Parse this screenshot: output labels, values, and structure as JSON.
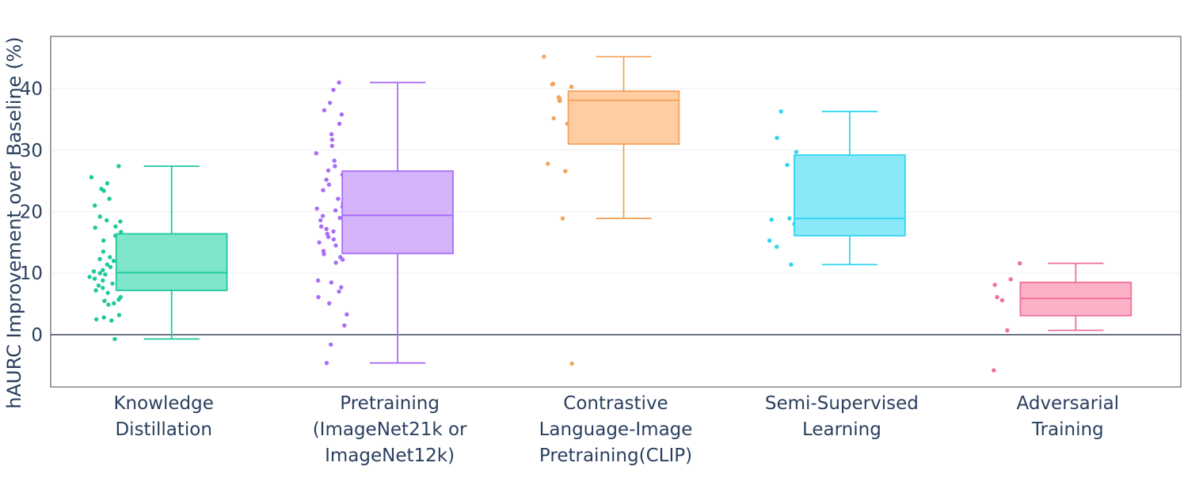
{
  "chart_data": {
    "type": "box",
    "title": "",
    "xlabel": "",
    "ylabel": "hAURC Improvement over Baseline (%)",
    "ylim": [
      -8.5,
      48.5
    ],
    "yticks": [
      0,
      10,
      20,
      30,
      40
    ],
    "grid": true,
    "legend": "none",
    "series": [
      {
        "category_lines": [
          "Knowledge",
          "Distillation"
        ],
        "color": "#1fc99b",
        "fill": "#7fe6cb",
        "box": {
          "min": -0.7,
          "q1": 7.2,
          "median": 10.1,
          "q3": 16.4,
          "max": 27.4
        },
        "points": [
          27.4,
          25.6,
          24.6,
          23.7,
          23.4,
          22.1,
          21.0,
          19.2,
          18.6,
          18.4,
          17.6,
          17.4,
          16.7,
          16.1,
          15.3,
          14.3,
          13.5,
          12.6,
          12.3,
          12.0,
          11.4,
          11.0,
          10.5,
          10.3,
          10.0,
          9.8,
          9.4,
          9.1,
          8.8,
          8.6,
          8.3,
          8.0,
          7.6,
          7.2,
          6.8,
          6.1,
          5.7,
          5.5,
          5.1,
          4.9,
          3.2,
          2.8,
          2.5,
          2.3,
          -0.7
        ]
      },
      {
        "category_lines": [
          "Pretraining",
          "(ImageNet21k or",
          "ImageNet12k)"
        ],
        "color": "#a86ef5",
        "fill": "#d5b3fb",
        "box": {
          "min": -4.6,
          "q1": 13.2,
          "median": 19.4,
          "q3": 26.6,
          "max": 41.0
        },
        "points": [
          41.0,
          39.8,
          37.7,
          36.5,
          35.8,
          34.3,
          32.6,
          31.7,
          30.7,
          29.5,
          28.3,
          27.4,
          26.7,
          26.0,
          25.2,
          24.4,
          23.5,
          22.8,
          22.1,
          21.4,
          20.8,
          20.5,
          20.2,
          19.7,
          19.3,
          19.0,
          18.6,
          18.1,
          17.6,
          17.2,
          16.8,
          16.4,
          15.9,
          15.5,
          15.0,
          14.5,
          14.0,
          13.6,
          13.1,
          12.6,
          12.2,
          11.7,
          8.8,
          8.5,
          7.7,
          7.0,
          6.1,
          5.1,
          3.3,
          1.5,
          -1.6,
          -4.6
        ]
      },
      {
        "category_lines": [
          "Contrastive",
          "Language-Image",
          "Pretraining(CLIP)"
        ],
        "color": "#f5a35c",
        "fill": "#fecda2",
        "box": {
          "min": 18.9,
          "q1": 31.0,
          "median": 38.1,
          "q3": 39.6,
          "max": 45.2
        },
        "points": [
          45.2,
          40.8,
          40.7,
          40.3,
          38.6,
          38.4,
          38.2,
          38.1,
          38.0,
          35.2,
          34.6,
          34.3,
          27.8,
          26.6,
          18.9,
          -4.7
        ]
      },
      {
        "category_lines": [
          "Semi-Supervised",
          "Learning"
        ],
        "color": "#2ed6ef",
        "fill": "#8ae8f9",
        "box": {
          "min": 11.4,
          "q1": 16.1,
          "median": 18.9,
          "q3": 29.2,
          "max": 36.3
        },
        "points": [
          36.3,
          32.0,
          29.7,
          27.6,
          20.8,
          18.9,
          18.7,
          18.0,
          15.3,
          14.3,
          11.4
        ]
      },
      {
        "category_lines": [
          "Adversarial",
          "Training"
        ],
        "color": "#f0709b",
        "fill": "#fcb1c7",
        "box": {
          "min": 0.7,
          "q1": 3.1,
          "median": 5.9,
          "q3": 8.5,
          "max": 11.6
        },
        "points": [
          11.6,
          9.0,
          8.1,
          6.1,
          5.6,
          5.5,
          0.7,
          -5.8
        ]
      }
    ]
  }
}
